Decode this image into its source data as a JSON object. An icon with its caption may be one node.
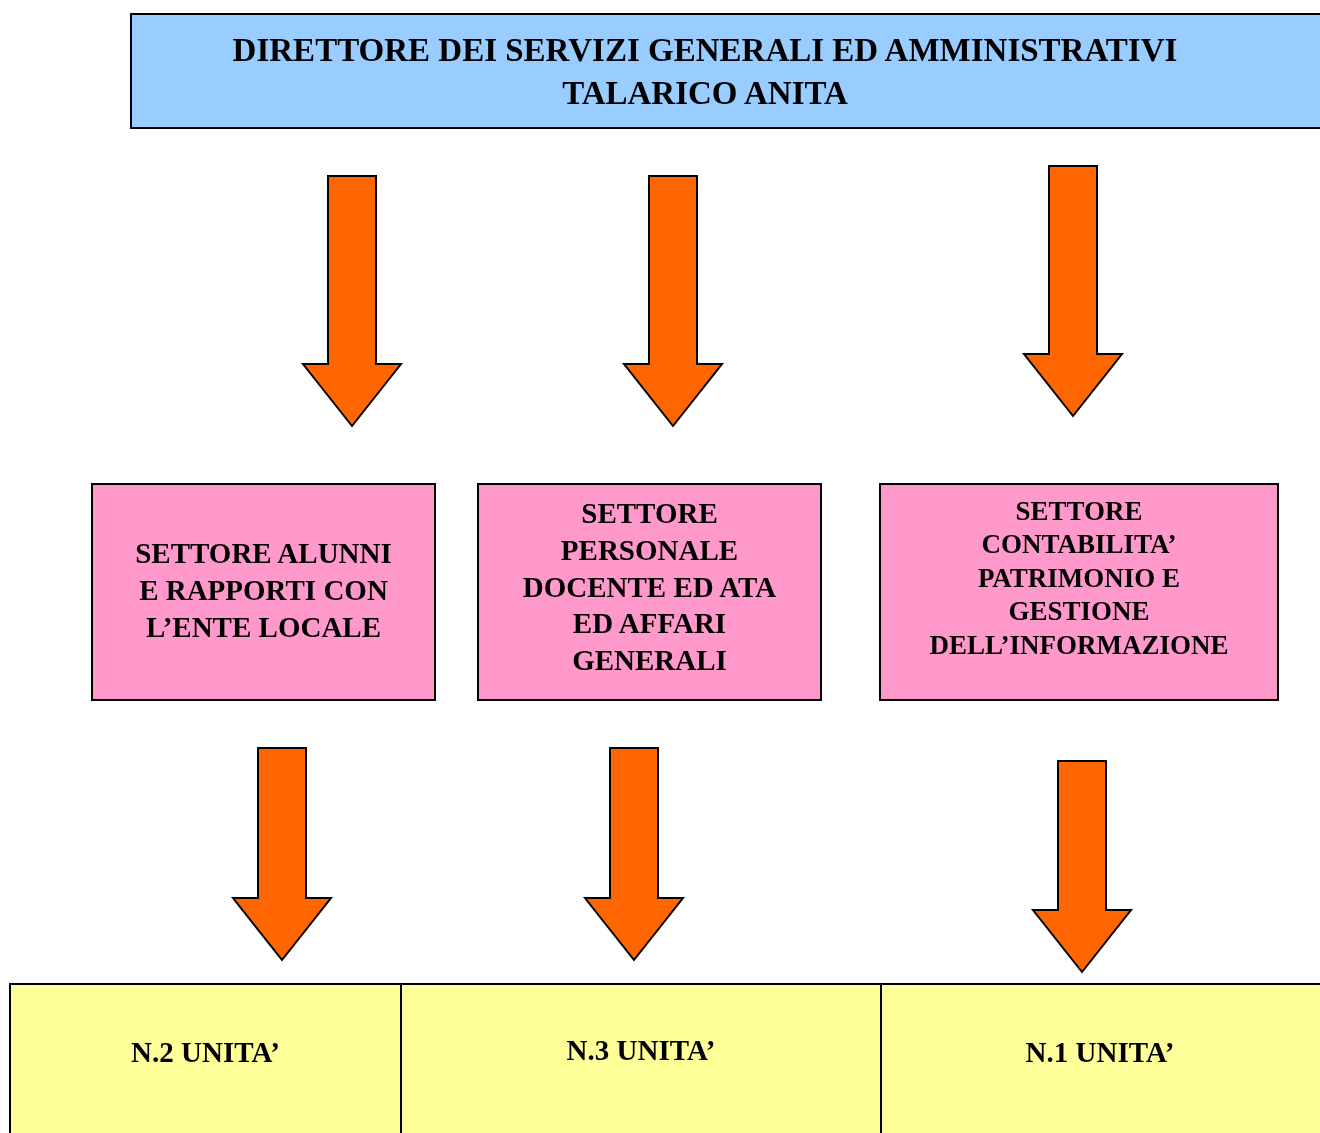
{
  "diagram": {
    "nodes": [
      {
        "text": [
          "DIRETTORE DEI SERVIZI GENERALI ED AMMINISTRATIVI TALARICO ANITA"
        ]
      },
      {
        "text": [
          "SETTORE ALUNNI E RAPPORTI CON L’ENTE LOCALE"
        ]
      },
      {
        "text": [
          "SETTORE PERSONALE DOCENTE ED ATA ED AFFARI GENERALI"
        ]
      },
      {
        "text": [
          "SETTORE CONTABILITA’ PATRIMONIO E GESTIONE DELL’INFORMAZIONE"
        ]
      },
      {
        "text": [
          "N.2 UNITA’"
        ]
      },
      {
        "text": [
          "N.3 UNITA’"
        ]
      },
      {
        "text": [
          "N.1 UNITA’"
        ]
      }
    ],
    "edges": [
      {
        "from": 0,
        "to": 1,
        "arrow": "to"
      },
      {
        "from": 0,
        "to": 2,
        "arrow": "to"
      },
      {
        "from": 0,
        "to": 3,
        "arrow": "to"
      },
      {
        "from": 1,
        "to": 4,
        "arrow": "to"
      },
      {
        "from": 2,
        "to": 5,
        "arrow": "to"
      },
      {
        "from": 3,
        "to": 6,
        "arrow": "to"
      }
    ]
  }
}
